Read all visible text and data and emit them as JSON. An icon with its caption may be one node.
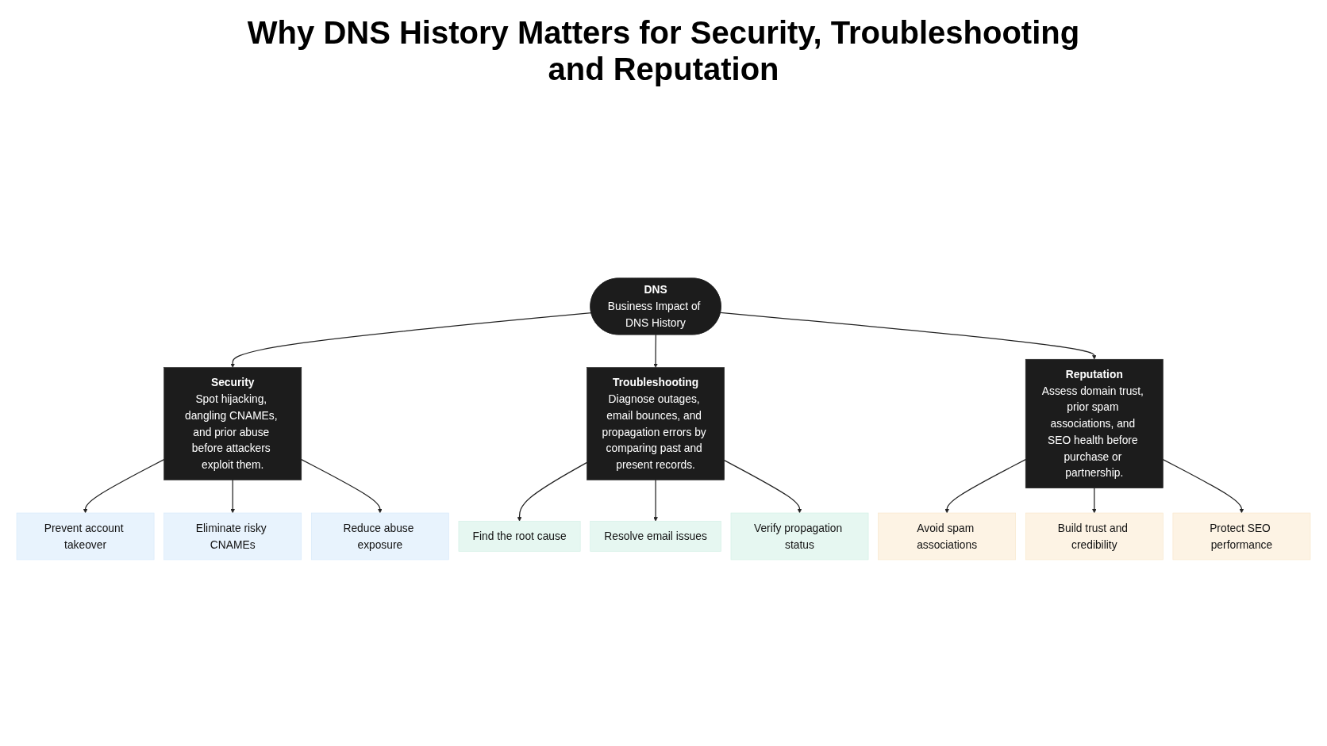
{
  "diagram": {
    "title": "Why DNS History Matters for Security, Troubleshooting and Reputation",
    "nodes": [
      {
        "text": [
          "DNS",
          "Business Impact of DNS History"
        ]
      },
      {
        "text": [
          "Security",
          "Spot hijacking, dangling CNAMEs, and prior abuse before attackers exploit them."
        ]
      },
      {
        "text": [
          "Troubleshooting",
          "Diagnose outages, email bounces, and propagation errors by comparing past and present records."
        ]
      },
      {
        "text": [
          "Reputation",
          "Assess domain trust, prior spam associations, and SEO health before purchase or partnership."
        ]
      },
      {
        "text": [
          "Prevent account takeover"
        ]
      },
      {
        "text": [
          "Eliminate risky CNAMEs"
        ]
      },
      {
        "text": [
          "Reduce abuse exposure"
        ]
      },
      {
        "text": [
          "Find the root cause"
        ]
      },
      {
        "text": [
          "Resolve email issues"
        ]
      },
      {
        "text": [
          "Verify propagation status"
        ]
      },
      {
        "text": [
          "Avoid spam associations"
        ]
      },
      {
        "text": [
          "Build trust and credibility"
        ]
      },
      {
        "text": [
          "Protect SEO performance"
        ]
      }
    ],
    "edges": [
      {
        "from": 0,
        "to": 1,
        "arrow": "to"
      },
      {
        "from": 0,
        "to": 2,
        "arrow": "to"
      },
      {
        "from": 0,
        "to": 3,
        "arrow": "to"
      },
      {
        "from": 1,
        "to": 4,
        "arrow": "to"
      },
      {
        "from": 1,
        "to": 5,
        "arrow": "to"
      },
      {
        "from": 1,
        "to": 6,
        "arrow": "to"
      },
      {
        "from": 2,
        "to": 7,
        "arrow": "to"
      },
      {
        "from": 2,
        "to": 8,
        "arrow": "to"
      },
      {
        "from": 2,
        "to": 9,
        "arrow": "to"
      },
      {
        "from": 3,
        "to": 10,
        "arrow": "to"
      },
      {
        "from": 3,
        "to": 11,
        "arrow": "to"
      },
      {
        "from": 3,
        "to": 12,
        "arrow": "to"
      }
    ]
  }
}
